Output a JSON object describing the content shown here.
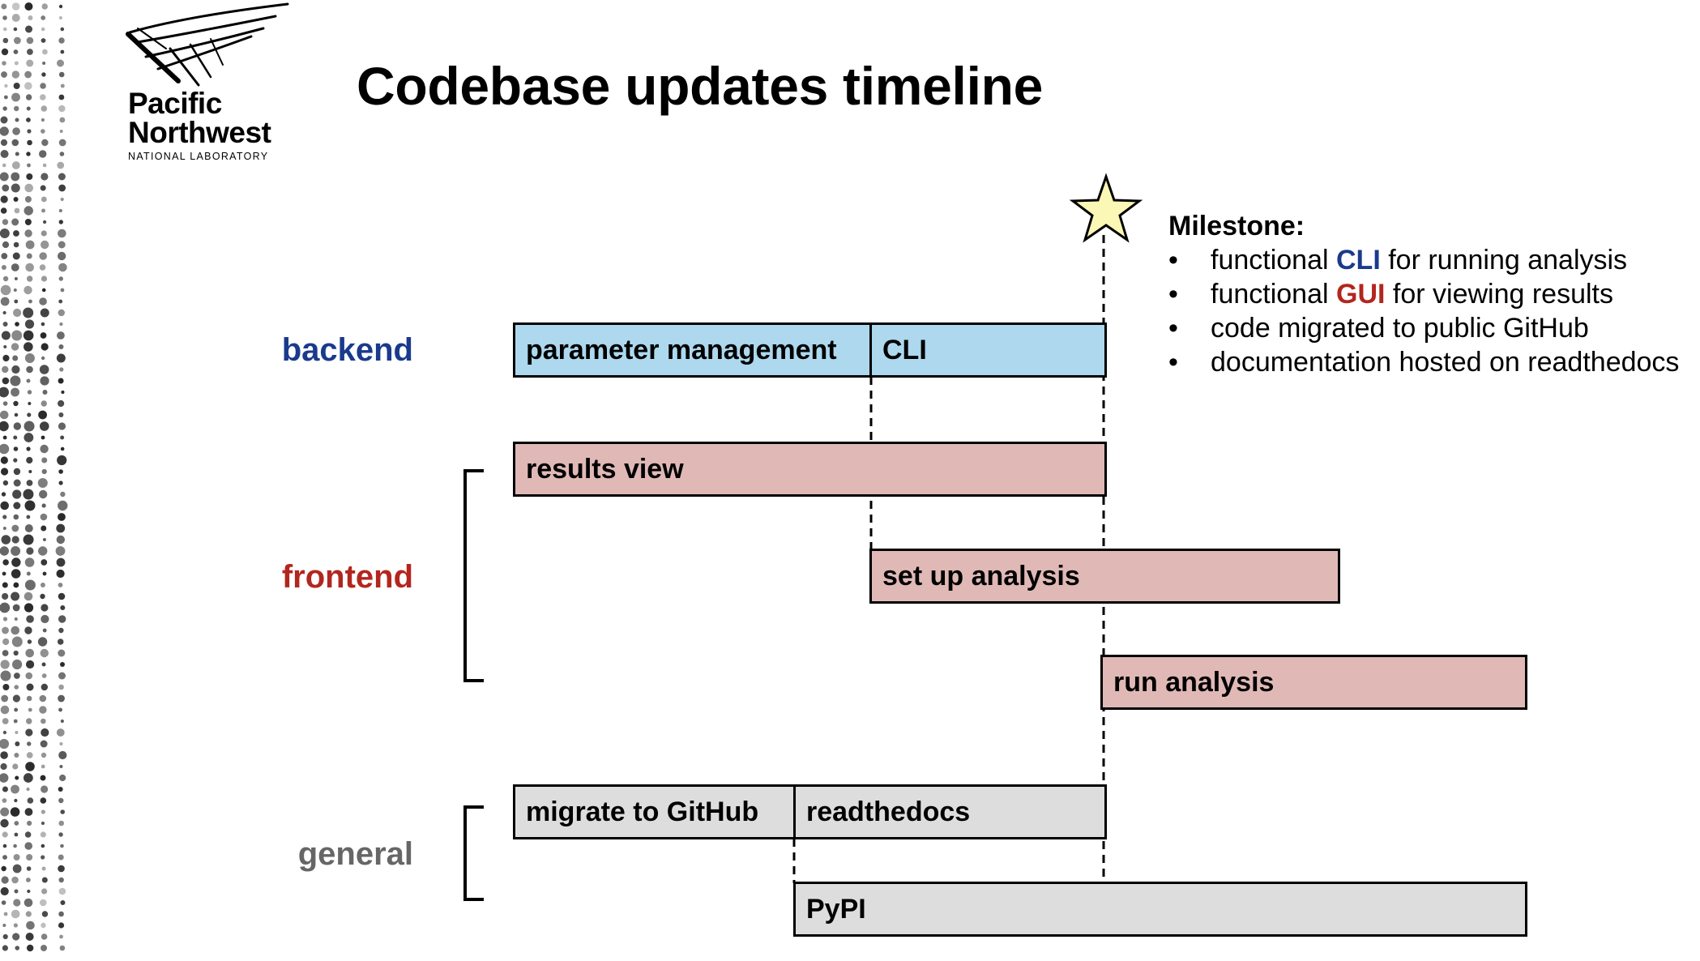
{
  "logo": {
    "line1": "Pacific",
    "line2": "Northwest",
    "line3": "NATIONAL LABORATORY"
  },
  "title": "Codebase updates timeline",
  "colors": {
    "backend": "#1a3a8c",
    "frontend": "#b3261e",
    "general": "#666666",
    "backend_bar": "#add8ee",
    "frontend_bar": "#e0b9b7",
    "general_bar": "#dddddd",
    "star": "#fbf7b4"
  },
  "groups": [
    {
      "key": "backend",
      "label": "backend"
    },
    {
      "key": "frontend",
      "label": "frontend"
    },
    {
      "key": "general",
      "label": "general"
    }
  ],
  "tasks": [
    {
      "label": "parameter management",
      "group": "backend"
    },
    {
      "label": "CLI",
      "group": "backend"
    },
    {
      "label": "results view",
      "group": "frontend"
    },
    {
      "label": "set up analysis",
      "group": "frontend"
    },
    {
      "label": "run analysis",
      "group": "frontend"
    },
    {
      "label": "migrate to GitHub",
      "group": "general"
    },
    {
      "label": "readthedocs",
      "group": "general"
    },
    {
      "label": "PyPI",
      "group": "general"
    }
  ],
  "milestone": {
    "icon": "star-icon",
    "title": "Milestone:",
    "bullet": "•",
    "items": [
      {
        "pre": "functional ",
        "kw": "CLI",
        "kw_color": "#1a3a8c",
        "post": " for running analysis"
      },
      {
        "pre": "functional ",
        "kw": "GUI",
        "kw_color": "#b3261e",
        "post": " for viewing results"
      },
      {
        "pre": "code migrated to public GitHub",
        "kw": "",
        "kw_color": "",
        "post": ""
      },
      {
        "pre": "documentation hosted on readthedocs",
        "kw": "",
        "kw_color": "",
        "post": ""
      }
    ]
  }
}
